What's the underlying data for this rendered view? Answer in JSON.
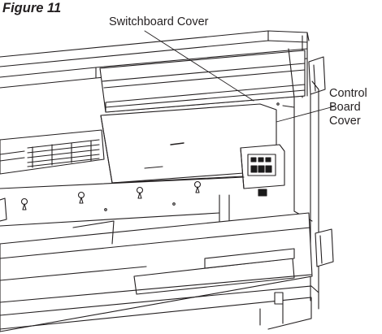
{
  "figure": {
    "title": "Figure 11"
  },
  "labels": {
    "switchboard_cover": "Switchboard Cover",
    "control_board_cover": {
      "line1": "Control",
      "line2": "Board",
      "line3": "Cover"
    }
  },
  "colors": {
    "ink": "#231f20",
    "panel_fill": "#ffffff",
    "shade": "#1a1a1a"
  }
}
